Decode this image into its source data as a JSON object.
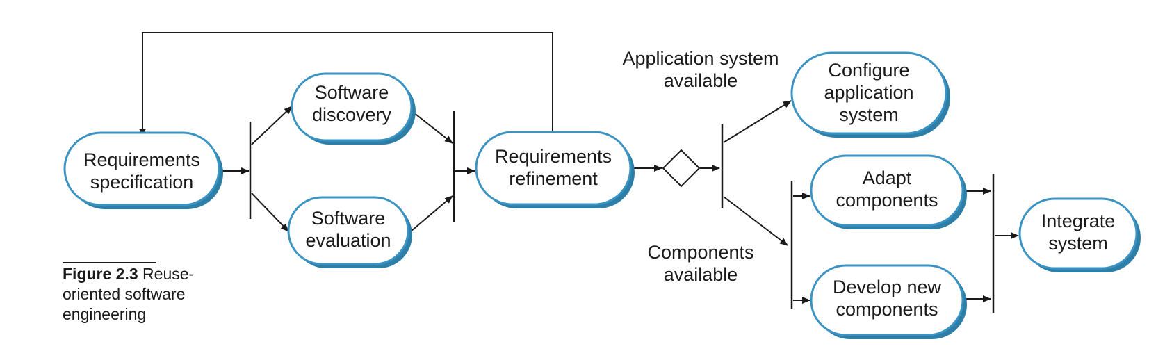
{
  "nodes": {
    "requirements_specification": {
      "line1": "Requirements",
      "line2": "specification"
    },
    "software_discovery": {
      "line1": "Software",
      "line2": "discovery"
    },
    "software_evaluation": {
      "line1": "Software",
      "line2": "evaluation"
    },
    "requirements_refinement": {
      "line1": "Requirements",
      "line2": "refinement"
    },
    "configure_application_system": {
      "line1": "Configure",
      "line2": "application",
      "line3": "system"
    },
    "adapt_components": {
      "line1": "Adapt",
      "line2": "components"
    },
    "develop_new_components": {
      "line1": "Develop new",
      "line2": "components"
    },
    "integrate_system": {
      "line1": "Integrate",
      "line2": "system"
    }
  },
  "guards": {
    "application_system_available": {
      "line1": "Application system",
      "line2": "available"
    },
    "components_available": {
      "line1": "Components",
      "line2": "available"
    }
  },
  "caption": {
    "label": "Figure 2.3",
    "text": "Reuse-oriented software engineering"
  },
  "colors": {
    "node_border": "#3a93c2",
    "node_shadow": "#2e7fa8",
    "line": "#1a1a1a"
  }
}
